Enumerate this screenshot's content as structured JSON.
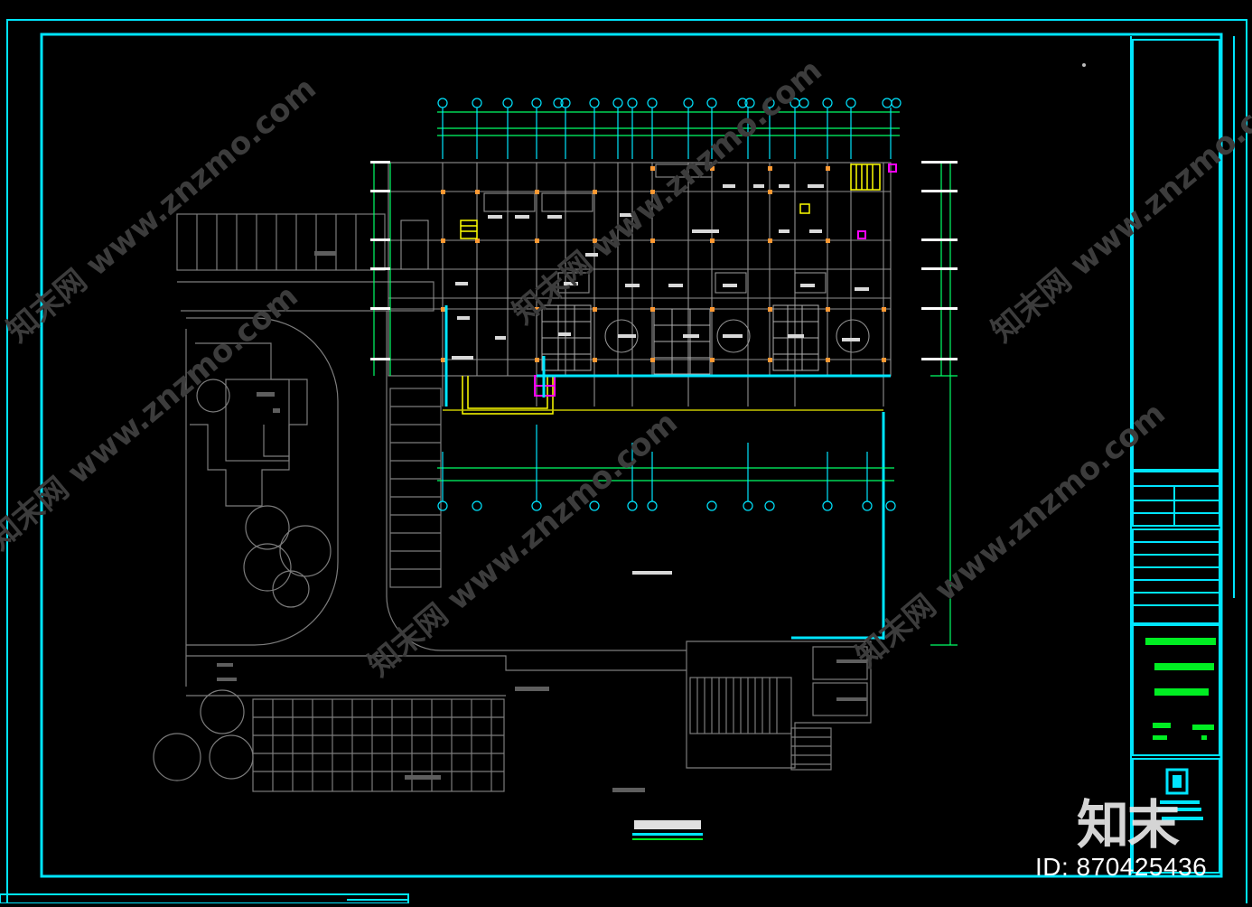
{
  "colors": {
    "background": "#000000",
    "frame": "#00e5ff",
    "linework": "#8a8a8a",
    "dimension": "#00ff66",
    "axis": "#00e5ff",
    "highlight": "#ffff00",
    "accent": "#ff00ff",
    "green_bar": "#00ee22",
    "watermark_text": "#e8e8e8"
  },
  "watermark": {
    "brand": "知末",
    "site": "知末网 www.znzmo.com",
    "id": "ID: 870425436"
  },
  "drawing": {
    "view": "floor-plan",
    "scale_label": "",
    "north_indicator": "north-arrow-icon"
  }
}
